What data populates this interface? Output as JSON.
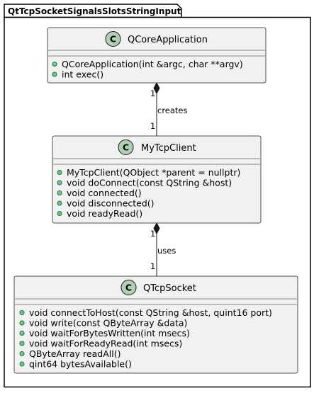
{
  "package": {
    "title": "QtTcpSocketSignalsSlotsStringInput"
  },
  "colors": {
    "class_fill": "#F1F1F1",
    "class_border": "#181818",
    "circle_fill": "#ADD1B2",
    "member_dot": "#84BE84",
    "member_dot_border": "#038048"
  },
  "classes": [
    {
      "id": "qcoreapplication",
      "stereotype_letter": "C",
      "name": "QCoreApplication",
      "methods": [
        "QCoreApplication(int &argc, char **argv)",
        "int exec()"
      ]
    },
    {
      "id": "mytcpclient",
      "stereotype_letter": "C",
      "name": "MyTcpClient",
      "methods": [
        "MyTcpClient(QObject *parent = nullptr)",
        "void doConnect(const QString &host)",
        "void connected()",
        "void disconnected()",
        "void readyRead()"
      ]
    },
    {
      "id": "qtcpsocket",
      "stereotype_letter": "C",
      "name": "QTcpSocket",
      "methods": [
        "void connectToHost(const QString &host, quint16 port)",
        "void write(const QByteArray &data)",
        "void waitForBytesWritten(int msecs)",
        "void waitForReadyRead(int msecs)",
        "QByteArray readAll()",
        "qint64 bytesAvailable()"
      ]
    }
  ],
  "relations": [
    {
      "from": "QCoreApplication",
      "to": "MyTcpClient",
      "kind": "composition",
      "label": "creates",
      "from_multiplicity": "1",
      "to_multiplicity": "1"
    },
    {
      "from": "MyTcpClient",
      "to": "QTcpSocket",
      "kind": "composition",
      "label": "uses",
      "from_multiplicity": "1",
      "to_multiplicity": "1"
    }
  ]
}
